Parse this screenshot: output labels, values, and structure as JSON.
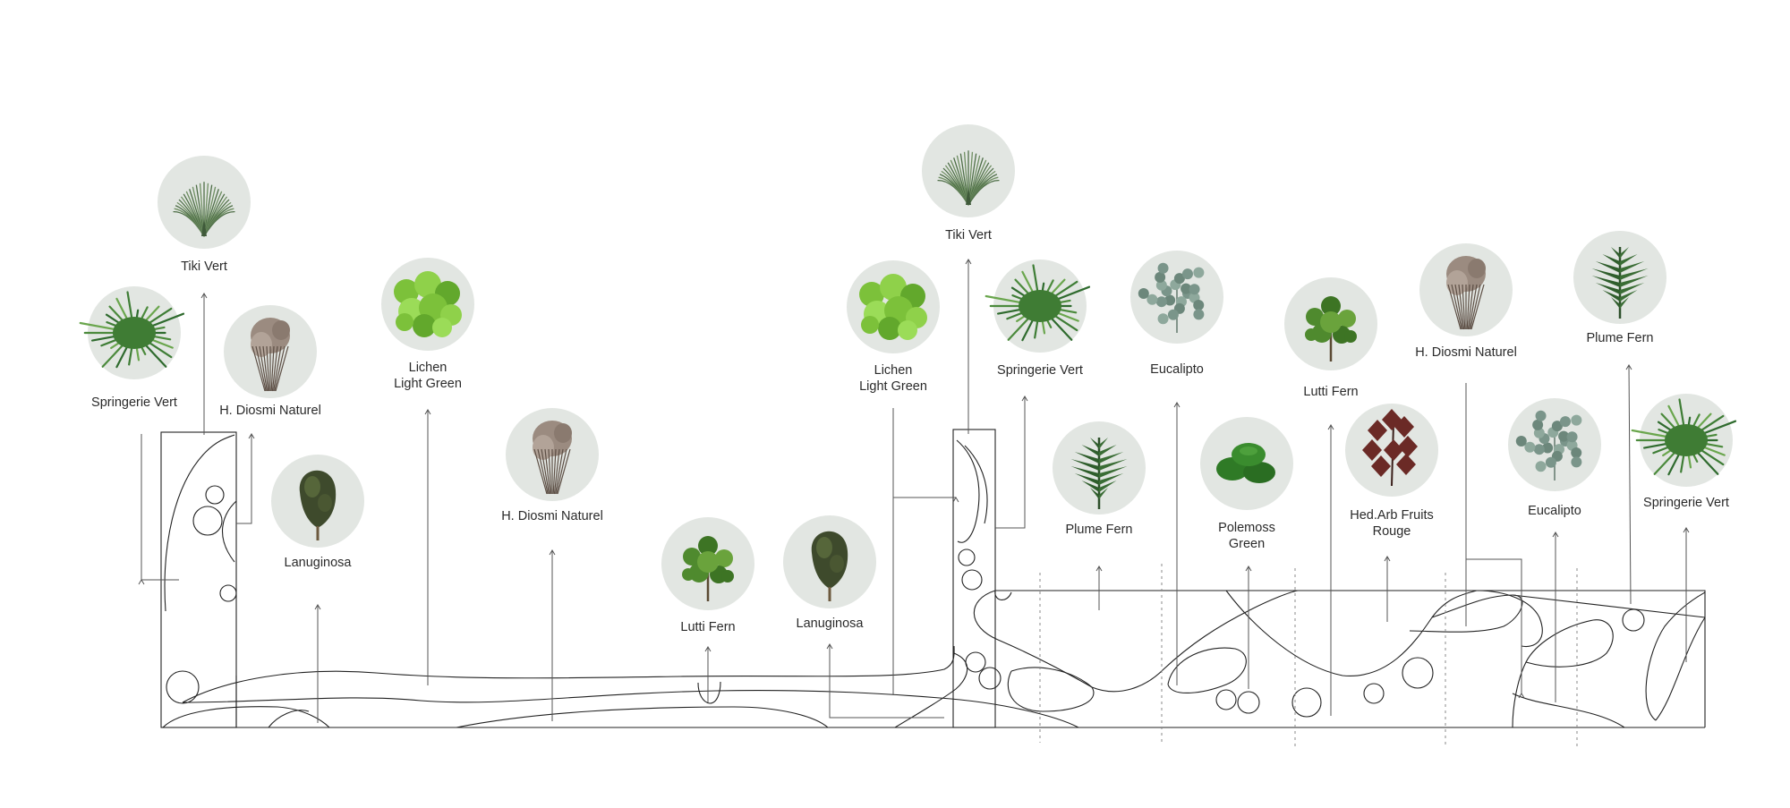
{
  "colors": {
    "disc": "#e2e6e2",
    "line": "#222222",
    "label": "#2a2a2a"
  },
  "plants": [
    {
      "id": "tiki-vert-1",
      "lines": [
        "Tiki Vert"
      ],
      "icon": "grass-tuft-icon"
    },
    {
      "id": "springerie-vert-1",
      "lines": [
        "Springerie Vert"
      ],
      "icon": "feathery-fern-icon"
    },
    {
      "id": "h-diosmi-naturel-1",
      "lines": [
        "H. Diosmi Naturel"
      ],
      "icon": "dried-flower-bunch-icon"
    },
    {
      "id": "lanuginosa-1",
      "lines": [
        "Lanuginosa"
      ],
      "icon": "dark-moss-bunch-icon"
    },
    {
      "id": "lichen-light-green-1",
      "lines": [
        "Lichen",
        "Light Green"
      ],
      "icon": "lichen-moss-icon"
    },
    {
      "id": "h-diosmi-naturel-2",
      "lines": [
        "H. Diosmi Naturel"
      ],
      "icon": "dried-flower-bunch-icon"
    },
    {
      "id": "lutti-fern-1",
      "lines": [
        "Lutti Fern"
      ],
      "icon": "leafy-shrub-icon"
    },
    {
      "id": "lanuginosa-2",
      "lines": [
        "Lanuginosa"
      ],
      "icon": "dark-moss-bunch-icon"
    },
    {
      "id": "lichen-light-green-2",
      "lines": [
        "Lichen",
        "Light Green"
      ],
      "icon": "lichen-moss-icon"
    },
    {
      "id": "tiki-vert-2",
      "lines": [
        "Tiki Vert"
      ],
      "icon": "grass-tuft-icon"
    },
    {
      "id": "springerie-vert-2",
      "lines": [
        "Springerie Vert"
      ],
      "icon": "feathery-fern-icon"
    },
    {
      "id": "plume-fern-1",
      "lines": [
        "Plume Fern"
      ],
      "icon": "fern-frond-icon"
    },
    {
      "id": "eucalipto-1",
      "lines": [
        "Eucalipto"
      ],
      "icon": "eucalyptus-icon"
    },
    {
      "id": "polemoss-green",
      "lines": [
        "Polemoss",
        "Green"
      ],
      "icon": "cushion-moss-icon"
    },
    {
      "id": "lutti-fern-2",
      "lines": [
        "Lutti Fern"
      ],
      "icon": "leafy-shrub-icon"
    },
    {
      "id": "hed-arb-fruits-rouge",
      "lines": [
        "Hed.Arb Fruits",
        "Rouge"
      ],
      "icon": "red-leaf-icon"
    },
    {
      "id": "h-diosmi-naturel-3",
      "lines": [
        "H. Diosmi Naturel"
      ],
      "icon": "dried-flower-bunch-icon"
    },
    {
      "id": "eucalipto-2",
      "lines": [
        "Eucalipto"
      ],
      "icon": "eucalyptus-icon"
    },
    {
      "id": "plume-fern-2",
      "lines": [
        "Plume Fern"
      ],
      "icon": "fern-frond-icon"
    },
    {
      "id": "springerie-vert-3",
      "lines": [
        "Springerie Vert"
      ],
      "icon": "feathery-fern-icon"
    }
  ]
}
